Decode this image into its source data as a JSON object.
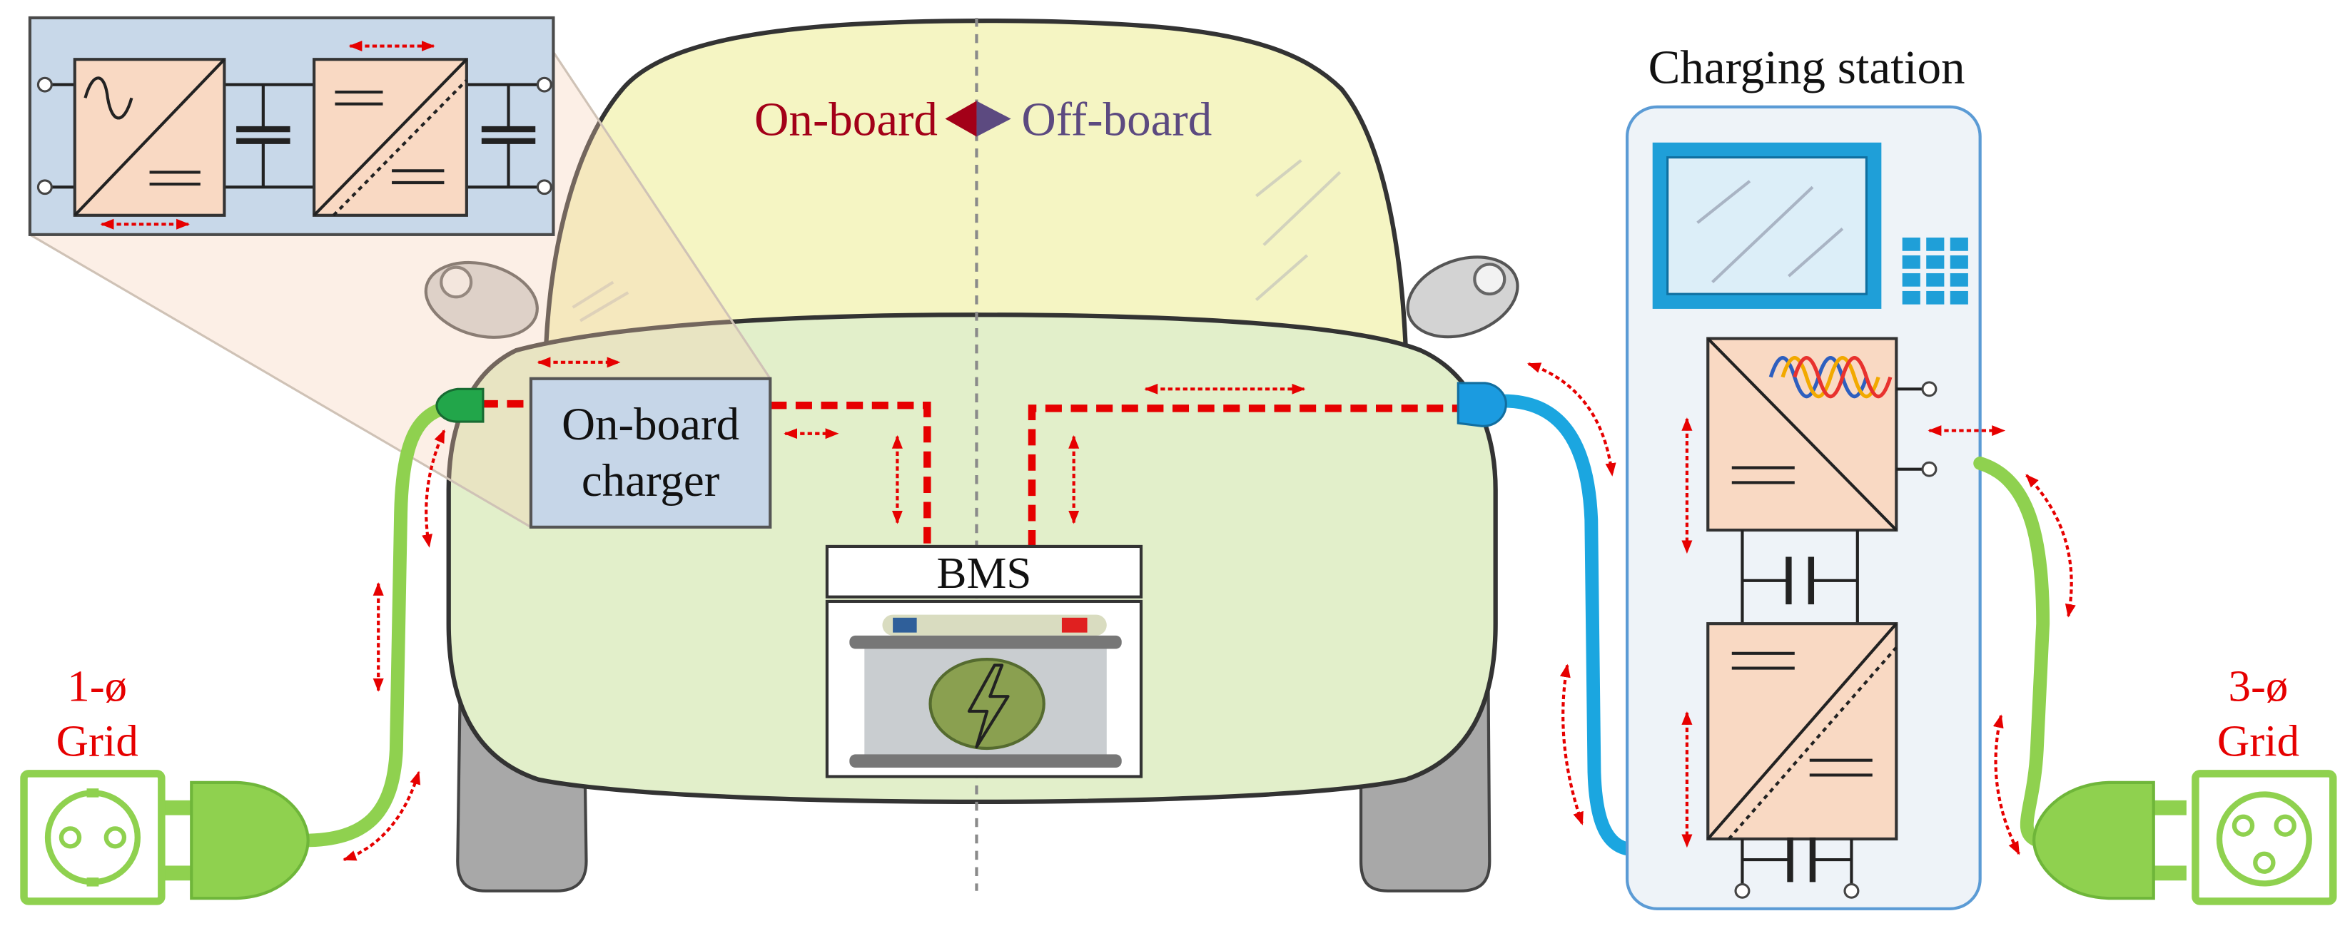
{
  "direction": {
    "onboard_label": "On-board",
    "offboard_label": "Off-board"
  },
  "onboard_charger": {
    "line1": "On-board",
    "line2": "charger"
  },
  "bms": {
    "label": "BMS"
  },
  "charging_station": {
    "title": "Charging station"
  },
  "grid_single_phase": {
    "phase": "1-ø",
    "label": "Grid"
  },
  "grid_three_phase": {
    "phase": "3-ø",
    "label": "Grid"
  },
  "colors": {
    "onboard": "#a30018",
    "offboard": "#5c4a80",
    "power_flow": "#e60000",
    "grid_text": "#e60000",
    "ac_cable": "#8fd14f",
    "dc_cable": "#1ba6e0",
    "station_border": "#5b9bd5",
    "converter_fill": "#f9d9c3",
    "charger_fill": "#c6d6e8"
  }
}
